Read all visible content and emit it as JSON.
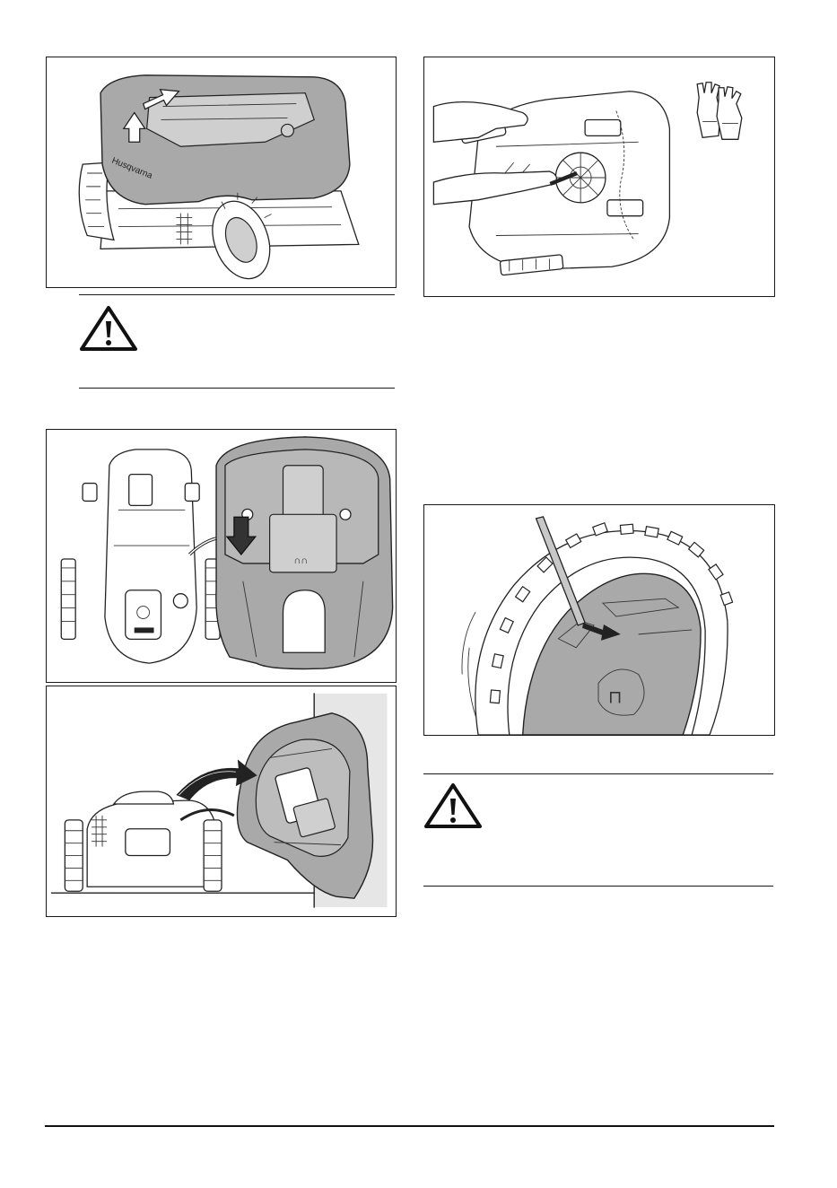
{
  "page": {
    "background": "#ffffff",
    "ink": "#1a1a1a",
    "housing_gray": "#a9a9a9",
    "light_gray": "#cfcfcf",
    "wall_gray": "#e6e6e6"
  },
  "figures": [
    {
      "id": "fig-1",
      "icon": "mower-body-lift-illustration"
    },
    {
      "id": "fig-2",
      "icon": "glove-and-brush-cleaning-illustration"
    },
    {
      "id": "fig-3",
      "icon": "body-removed-top-view-illustration"
    },
    {
      "id": "fig-4",
      "icon": "wheel-hubcap-removal-illustration"
    },
    {
      "id": "fig-5",
      "icon": "body-tilted-against-wall-illustration"
    }
  ],
  "warnings": [
    {
      "id": "warning-1",
      "icon": "warning-triangle-icon"
    },
    {
      "id": "warning-2",
      "icon": "warning-triangle-icon"
    }
  ],
  "footer": {
    "rule": true
  }
}
